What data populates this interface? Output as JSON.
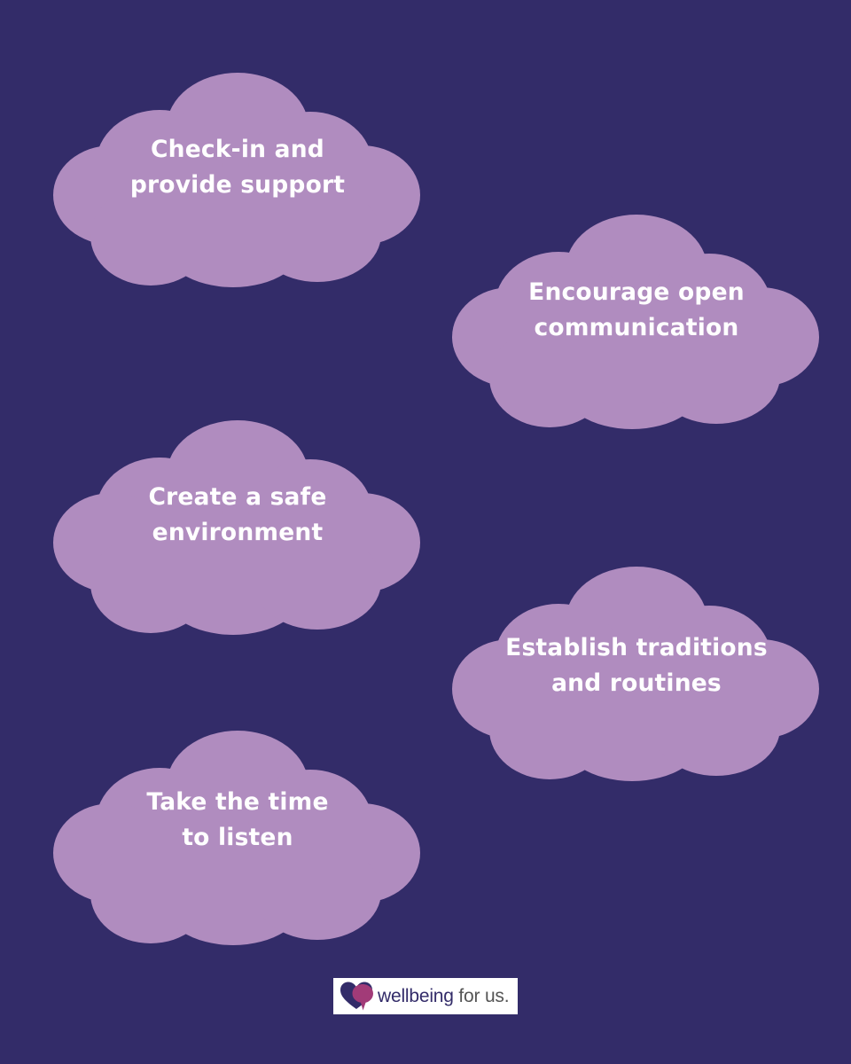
{
  "background_color": "#332c69",
  "cloud_color": "#b08cbf",
  "clouds": [
    {
      "lines": [
        "Check-in and",
        "provide support"
      ],
      "icon": "cloud-shape"
    },
    {
      "lines": [
        "Encourage open",
        "communication"
      ],
      "icon": "cloud-shape"
    },
    {
      "lines": [
        "Create a safe",
        "environment"
      ],
      "icon": "cloud-shape"
    },
    {
      "lines": [
        "Establish traditions",
        "and routines"
      ],
      "icon": "cloud-shape"
    },
    {
      "lines": [
        "Take the time",
        "to listen"
      ],
      "icon": "cloud-shape"
    }
  ],
  "logo": {
    "brand": "wellbeing",
    "suffix": "for us.",
    "icon": "heart-speech-bubble-logo",
    "mark_colors": [
      "#332c69",
      "#a23b78"
    ]
  }
}
